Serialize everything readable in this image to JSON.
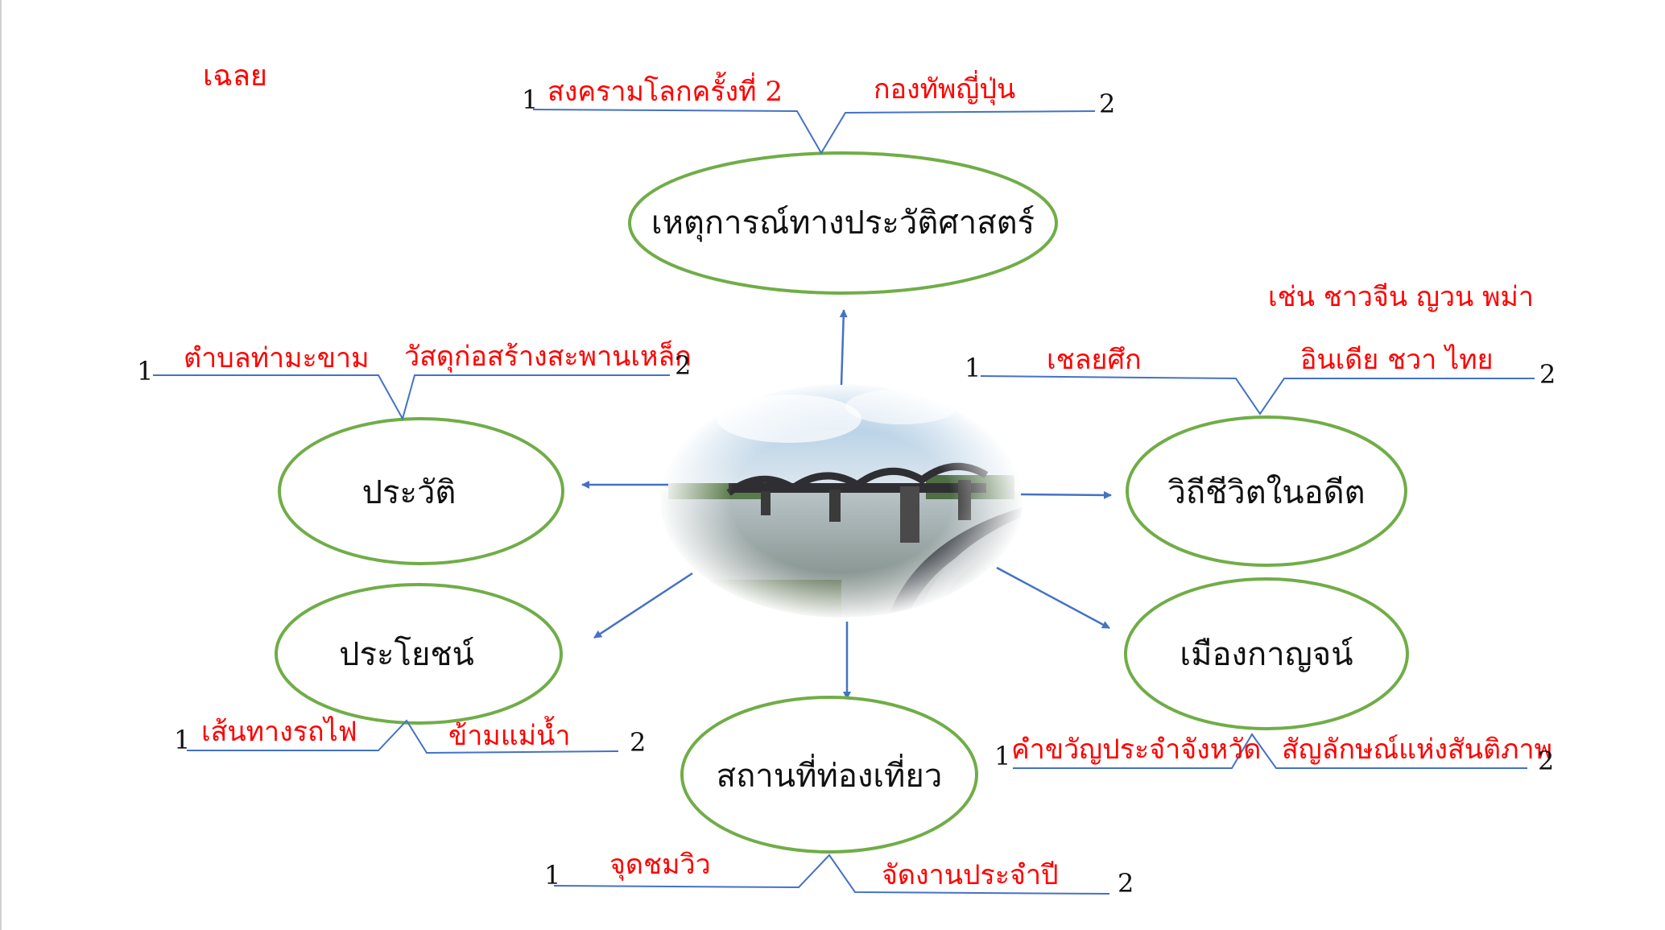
{
  "title": "เฉลย",
  "colors": {
    "annotation": "#ff0000",
    "ellipse_stroke": "#70ad47",
    "connector": "#4472c4",
    "text": "#111111"
  },
  "center_image": {
    "icon": "river-kwai-bridge-photo"
  },
  "nodes": [
    {
      "id": "history-event",
      "label": "เหตุการณ์ทางประวัติศาสตร์",
      "item1": "สงครามโลกครั้งที่ 2",
      "item2": "กองทัพญี่ปุ่น",
      "n1": "1",
      "n2": "2"
    },
    {
      "id": "history",
      "label": "ประวัติ",
      "item1": "ตำบลท่ามะขาม",
      "item2": "วัสดุก่อสร้างสะพานเหล็ก",
      "n1": "1",
      "n2": "2"
    },
    {
      "id": "past-life",
      "label": "วิถีชีวิตในอดีต",
      "item1": "เชลยศึก",
      "item2": "อินเดีย ชวา ไทย",
      "n1": "1",
      "n2": "2",
      "extra": "เช่น ชาวจีน ญวน พม่า"
    },
    {
      "id": "benefit",
      "label": "ประโยชน์",
      "item1": "เส้นทางรถไฟ",
      "item2": "ข้ามแม่น้ำ",
      "n1": "1",
      "n2": "2"
    },
    {
      "id": "kanchanaburi",
      "label": "เมืองกาญจน์",
      "item1": "คำขวัญประจำจังหวัด",
      "item2": "สัญลักษณ์แห่งสันติภาพ",
      "n1": "1",
      "n2": "2"
    },
    {
      "id": "tourism",
      "label": "สถานที่ท่องเที่ยว",
      "item1": "จุดชมวิว",
      "item2": "จัดงานประจำปี",
      "n1": "1",
      "n2": "2"
    }
  ]
}
